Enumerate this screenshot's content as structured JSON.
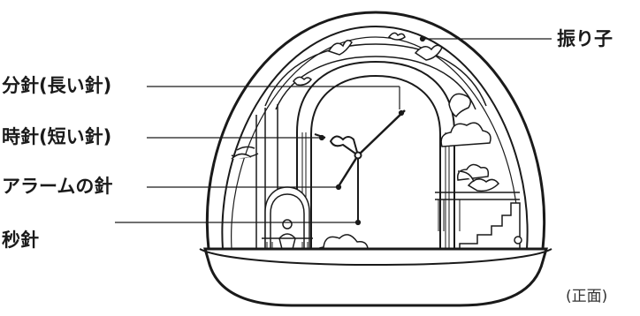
{
  "labels": {
    "pendulum": "振り子",
    "minute_hand": "分針(長い針)",
    "hour_hand": "時針(短い針)",
    "alarm_hand": "アラームの針",
    "second_hand": "秒針"
  },
  "caption": "(正面)",
  "colors": {
    "ink": "#1a1a1a",
    "fill_light": "#f2f2f2",
    "fill_mid": "#d9d9d9",
    "background": "#ffffff"
  }
}
